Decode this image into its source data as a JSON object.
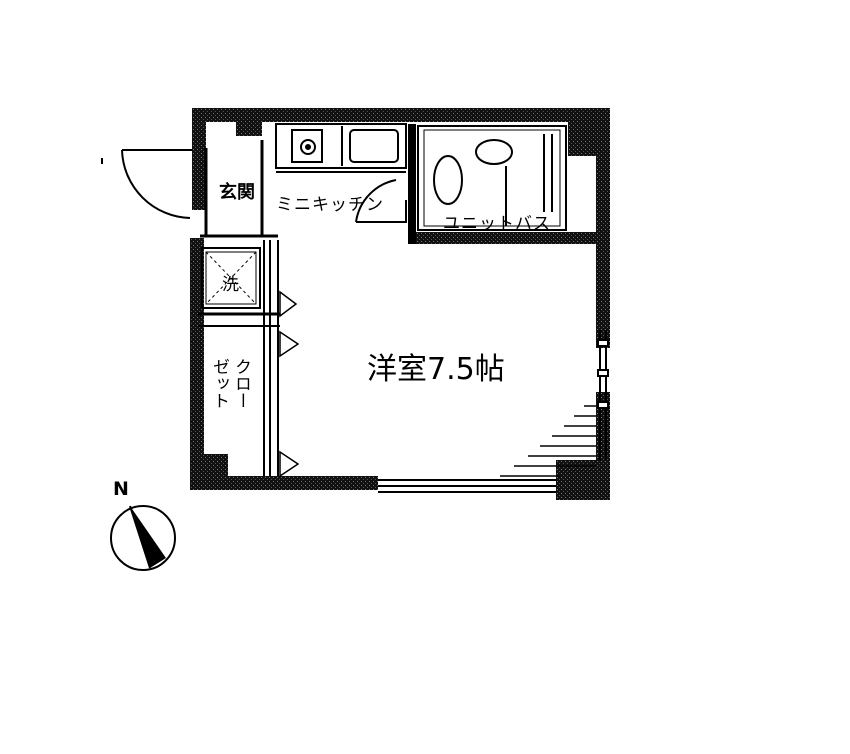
{
  "floorplan": {
    "labels": {
      "entrance": "玄関",
      "mini_kitchen": "ミニキッチン",
      "unit_bath": "ユニットバス",
      "washer": "洗",
      "western_room": "洋室7.5帖",
      "closet_col1": "クロー",
      "closet_col2": "ゼット"
    },
    "compass": {
      "north_label": "N"
    }
  }
}
